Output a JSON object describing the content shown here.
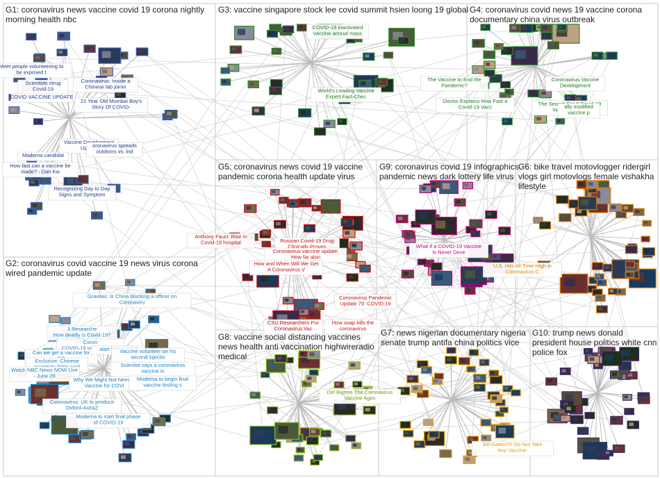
{
  "groups": [
    {
      "id": "G1",
      "title_lines": [
        "G1: coronavirus news vaccine covid 19 corona nightly",
        "morning health nbc"
      ]
    },
    {
      "id": "G3",
      "title_lines": [
        "G3: vaccine singapore stock lee covid summit hsien loong 19 global"
      ]
    },
    {
      "id": "G4",
      "title_lines": [
        "G4: coronavirus covid news 19 vaccine corona",
        "documentary china virus outbreak"
      ]
    },
    {
      "id": "G5",
      "title_lines": [
        "G5: coronavirus news covid 19 vaccine",
        "pandemic corona health update virus"
      ]
    },
    {
      "id": "G9",
      "title_lines": [
        "G9: coronavirus covid 19 infographics",
        "pandemic news dark lottery life virus"
      ]
    },
    {
      "id": "G6",
      "title_lines": [
        "G6: bike travel motovlogger ridergirl",
        "vlogs girl motovlogs female vishakha",
        "lifestyle"
      ]
    },
    {
      "id": "G2",
      "title_lines": [
        "G2: coronavirus covid vaccine 19 news virus corona",
        "wired pandemic update"
      ]
    },
    {
      "id": "G8",
      "title_lines": [
        "G8: vaccine social distancing vaccines",
        "news health anti vaccination highwireradio",
        "medical"
      ]
    },
    {
      "id": "G7",
      "title_lines": [
        "G7: news nigerian documentary nigeria",
        "senate trump antifa china politics vice"
      ]
    },
    {
      "id": "G10",
      "title_lines": [
        "G10: trump news donald",
        "president house politics white cnn",
        "police fox"
      ]
    }
  ],
  "node_labels": [
    {
      "group": "G1",
      "lines": [
        "Meet people volunteering to",
        "be exposed t"
      ],
      "color": "#1f3a8a"
    },
    {
      "group": "G1",
      "lines": [
        "Scientists strug",
        "Covid-19"
      ],
      "color": "#1f3a8a"
    },
    {
      "group": "G1",
      "lines": [
        "COVID VACCINE UPDATE"
      ],
      "color": "#1f3a8a"
    },
    {
      "group": "G1",
      "lines": [
        "Coronavirus: Inside a",
        "Chinese lab joinin"
      ],
      "color": "#1f3a8a"
    },
    {
      "group": "G1",
      "lines": [
        "21 Year Old Mumbai Boy's",
        "Story Of COVID-"
      ],
      "color": "#1f3a8a"
    },
    {
      "group": "G1",
      "lines": [
        "Vaccine Development",
        "Update"
      ],
      "color": "#1f3a8a"
    },
    {
      "group": "G1",
      "lines": [
        "Moderna candidat"
      ],
      "color": "#1f3a8a"
    },
    {
      "group": "G1",
      "lines": [
        "oronavirus spreads",
        "outdoors vs. ind"
      ],
      "color": "#1f3a8a"
    },
    {
      "group": "G1",
      "lines": [
        "How fast can a vaccine be",
        "made? - Dan Kw"
      ],
      "color": "#1f3a8a"
    },
    {
      "group": "G1",
      "lines": [
        "Recognizing Day to Day",
        "Signs and Symptom"
      ],
      "color": "#1f3a8a"
    },
    {
      "group": "G3",
      "lines": [
        "COVID-19 inactivated",
        "vaccine annual mass"
      ],
      "color": "#1a7a1a"
    },
    {
      "group": "G3",
      "lines": [
        "World's Leading Vaccine",
        "Expert Fact-Chec"
      ],
      "color": "#1a7a1a"
    },
    {
      "group": "G4",
      "lines": [
        "The Vaccine to End the",
        "Pandemic?"
      ],
      "color": "#1a7a1a"
    },
    {
      "group": "G4",
      "lines": [
        "Doctor Explains How Fast a",
        "Covid-19 Vacc"
      ],
      "color": "#1a7a1a"
    },
    {
      "group": "G4",
      "lines": [
        "Coronavirus Vaccine",
        "Development"
      ],
      "color": "#1a7a1a"
    },
    {
      "group": "G4",
      "lines": [
        "The Search For A Covid-19",
        "Vaccine | Race"
      ],
      "color": "#1a7a1a"
    },
    {
      "group": "G4",
      "lines": [
        "ally modified",
        "vaccine p"
      ],
      "color": "#1a7a1a"
    },
    {
      "group": "G5",
      "lines": [
        "Anthony Fauci: Rise in",
        "Covid-19 hospital"
      ],
      "color": "#c01010"
    },
    {
      "group": "G5",
      "lines": [
        "Russian Covid-19 Drug",
        "Clinically Proven"
      ],
      "color": "#c01010"
    },
    {
      "group": "G5",
      "lines": [
        "Coronavirus vaccine update:",
        "How far alon"
      ],
      "color": "#c01010"
    },
    {
      "group": "G5",
      "lines": [
        "How and When Will We Get",
        "A Coronavirus V"
      ],
      "color": "#c01010"
    },
    {
      "group": "G5",
      "lines": [
        "Coronavirus Pandemic",
        "Update 79: COVID-19"
      ],
      "color": "#c01010"
    },
    {
      "group": "G5",
      "lines": [
        "CSU Researchers Pur",
        "Coronavirus Vac"
      ],
      "color": "#c01010"
    },
    {
      "group": "G5",
      "lines": [
        "How soap kills the",
        "coronavirus"
      ],
      "color": "#c01010"
    },
    {
      "group": "G9",
      "lines": [
        "What if a COVID-19 Vaccine",
        "Is Never Deve"
      ],
      "color": "#c0007a"
    },
    {
      "group": "G6",
      "lines": [
        "U.S. Hits All-Time High in",
        "Coronavirus C"
      ],
      "color": "#e07a00"
    },
    {
      "group": "G2",
      "lines": [
        "Gravitas: Is China blocking a officer on",
        "Coronaviru"
      ],
      "color": "#1a7fc0"
    },
    {
      "group": "G2",
      "lines": [
        "3 Researche",
        "How deadly is Covid-19?"
      ],
      "color": "#1a7fc0"
    },
    {
      "group": "G2",
      "lines": [
        "Coron",
        "COVID-19 vaccine could"
      ],
      "color": "#1a7fc0"
    },
    {
      "group": "G2",
      "lines": [
        "Can we get a vaccine for",
        "CO"
      ],
      "color": "#1a7fc0"
    },
    {
      "group": "G2",
      "lines": [
        "Exclusive: Chinese",
        "scientists '99% conf"
      ],
      "color": "#1a7fc0"
    },
    {
      "group": "G2",
      "lines": [
        "start human trial"
      ],
      "color": "#1a7fc0"
    },
    {
      "group": "G2",
      "lines": [
        "Vaccine volunteer on his",
        "second injectio"
      ],
      "color": "#1a7fc0"
    },
    {
      "group": "G2",
      "lines": [
        "Watch NBC News NOW Live",
        "- June 26"
      ],
      "color": "#1a7fc0"
    },
    {
      "group": "G2",
      "lines": [
        "Why We Might Not Need A",
        "Vaccine for COVI"
      ],
      "color": "#1a7fc0"
    },
    {
      "group": "G2",
      "lines": [
        "Scientist says a coronavirus",
        "vaccine in"
      ],
      "color": "#1a7fc0"
    },
    {
      "group": "G2",
      "lines": [
        "Moderna to begin final",
        "vaccine testing s"
      ],
      "color": "#1a7fc0"
    },
    {
      "group": "G2",
      "lines": [
        "Coronavirus: UK to produce",
        "Oxford-AstraZ"
      ],
      "color": "#1a7fc0"
    },
    {
      "group": "G2",
      "lines": [
        "Moderna to start final phase",
        "of COVID-19"
      ],
      "color": "#1a7fc0"
    },
    {
      "group": "G8",
      "lines": [
        "Del Bigtree The Coronavirus",
        "Vaccine Agen"
      ],
      "color": "#6a9a00"
    },
    {
      "group": "G7",
      "lines": [
        "Bill Gates!!!!! Do Not Take",
        "Any Vaccine-"
      ],
      "color": "#e09a00"
    }
  ]
}
